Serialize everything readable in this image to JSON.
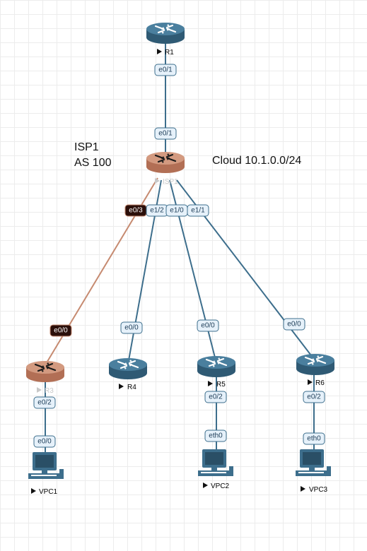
{
  "annotations": {
    "isp_name": "ISP1",
    "isp_as": "AS 100",
    "cloud": "Cloud 10.1.0.0/24"
  },
  "nodes": {
    "r1": {
      "label": "R1",
      "type": "router",
      "color": "#3d6e8c"
    },
    "isp1": {
      "label": "ISP1",
      "type": "router",
      "color": "#c68a70"
    },
    "r3": {
      "label": "R3",
      "type": "router",
      "color": "#c68a70"
    },
    "r4": {
      "label": "R4",
      "type": "router",
      "color": "#3d6e8c"
    },
    "r5": {
      "label": "R5",
      "type": "router",
      "color": "#3d6e8c"
    },
    "r6": {
      "label": "R6",
      "type": "router",
      "color": "#3d6e8c"
    },
    "vpc1": {
      "label": "VPC1",
      "type": "pc"
    },
    "vpc2": {
      "label": "VPC2",
      "type": "pc"
    },
    "vpc3": {
      "label": "VPC3",
      "type": "pc"
    }
  },
  "links": {
    "r1_isp1": {
      "a_port": "e0/1",
      "b_port": "e0/1",
      "color": "#3d6e8c"
    },
    "isp1_r3": {
      "a_port": "e0/3",
      "b_port": "e0/0",
      "color": "#c68a70"
    },
    "isp1_r4": {
      "a_port": "e1/2",
      "b_port": "e0/0",
      "color": "#3d6e8c"
    },
    "isp1_r5": {
      "a_port": "e1/0",
      "b_port": "e0/0",
      "color": "#3d6e8c"
    },
    "isp1_r6": {
      "a_port": "e1/1",
      "b_port": "e0/0",
      "color": "#3d6e8c"
    },
    "r3_vpc1": {
      "a_port": "e0/2",
      "b_port": "e0/0",
      "color": "#3d6e8c"
    },
    "r5_vpc2": {
      "a_port": "e0/2",
      "b_port": "eth0",
      "color": "#3d6e8c"
    },
    "r6_vpc3": {
      "a_port": "e0/2",
      "b_port": "eth0",
      "color": "#3d6e8c"
    }
  },
  "colors": {
    "port_bg": "#e6f1fa",
    "port_border": "#3d6e8c",
    "port_dark_bg": "#2b0f0a"
  }
}
